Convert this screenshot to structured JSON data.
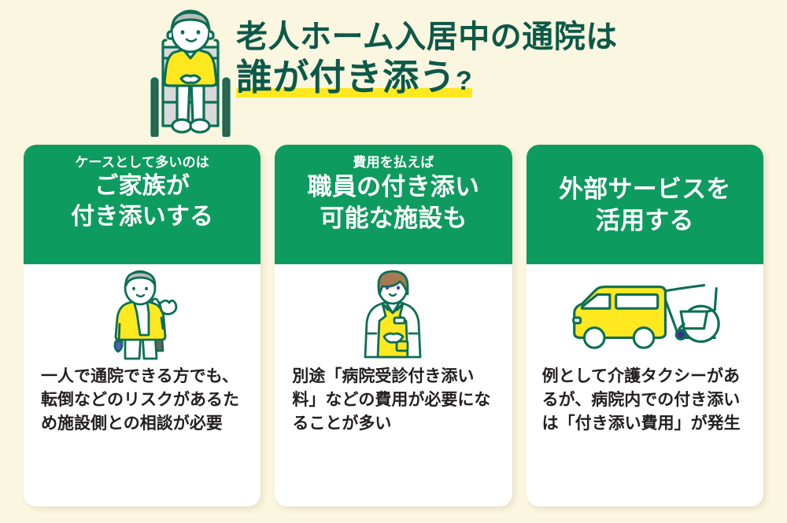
{
  "theme": {
    "background": "#FBF6E0",
    "green": "#0E9B5F",
    "dark_green": "#0C5948",
    "yellow": "#FFE81F",
    "card_bg": "#FFFFFF",
    "body_text": "#231F20"
  },
  "header": {
    "title_line1": "老人ホーム入居中の通院は",
    "title_line2": "誰が付き添う",
    "title_question_mark": "?",
    "hero_illustration": "elderly-person-in-wheelchair-illustration"
  },
  "cards": [
    {
      "eyebrow": "ケースとして多いのは",
      "title_line1": "ご家族が",
      "title_line2": "付き添いする",
      "illustration": "elderly-woman-with-shoulder-bag-illustration",
      "body": "一人で通院できる方でも、転倒などのリスクがあるため施設側との相談が必要"
    },
    {
      "eyebrow": "費用を払えば",
      "title_line1": "職員の付き添い",
      "title_line2": "可能な施設も",
      "illustration": "care-staff-in-yellow-apron-illustration",
      "body": "別途「病院受診付き添い料」などの費用が必要になることが多い"
    },
    {
      "eyebrow": "",
      "title_line1": "外部サービスを",
      "title_line2": "活用する",
      "illustration": "care-taxi-van-with-wheelchair-illustration",
      "body": "例として介護タクシーがあるが、病院内での付き添いは「付き添い費用」が発生"
    }
  ]
}
